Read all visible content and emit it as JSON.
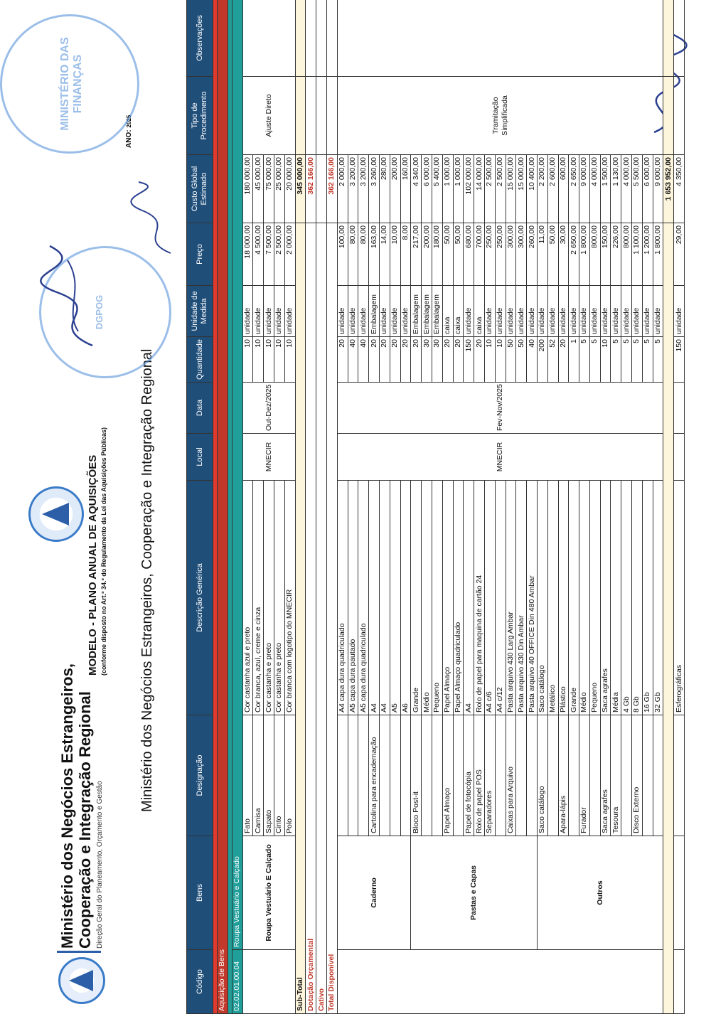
{
  "header": {
    "ministry_line1": "Ministério dos Negócios Estrangeiros,",
    "ministry_line2": "Cooperação e Integração Regional",
    "ministry_sub": "Direção Geral do Planeamento, Orçamento e Gestão",
    "title": "MODELO - PLANO ANUAL DE AQUISIÇÕES",
    "subtitle": "(conforme disposto no Art.º 34.º do Regulamento da Lei das Aquisições Públicas)",
    "entity": "Ministério dos Negócios Estrangeiros, Cooperação e Integração Regional",
    "year_label": "ANO:",
    "year": "2025"
  },
  "stamps": {
    "stamp1_text": "DGPOG",
    "stamp2_text": "MINISTÉRIO DAS FINANÇAS"
  },
  "columns": [
    "Código",
    "Bens",
    "Designação",
    "Descrição Genérica",
    "Local",
    "Data",
    "Quantidade",
    "Unidade de Medida",
    "Preço",
    "Custo Global Estimado",
    "Tipo de Procedimento",
    "Observações"
  ],
  "section_label": "Aquisição de Bens",
  "group1": {
    "code": "02.02.01.00.04",
    "name": "Roupa Vestuário e Calçado",
    "bens": "Roupa Vestuário E Calçado",
    "local": "MNECIR",
    "data": "Out-Dez/2025",
    "tipo": "Ajuste Direto",
    "rows": [
      {
        "des": "Fato",
        "desc": "Cor castanha azul e preto",
        "q": "10",
        "u": "unidade",
        "p": "18 000,00",
        "t": "180 000,00"
      },
      {
        "des": "Camisa",
        "desc": "Cor branca, azul, creme e cinza",
        "q": "10",
        "u": "unidade",
        "p": "4 500,00",
        "t": "45 000,00"
      },
      {
        "des": "Sapato",
        "desc": "Cor castanha e preto",
        "q": "10",
        "u": "unidade",
        "p": "7 500,00",
        "t": "75 000,00"
      },
      {
        "des": "Cinto",
        "desc": "Cor castanha e preto",
        "q": "10",
        "u": "unidade",
        "p": "2 500,00",
        "t": "25 000,00"
      },
      {
        "des": "Polo",
        "desc": "Cor branca com logotipo do MNECIR",
        "q": "10",
        "u": "unidade",
        "p": "2 000,00",
        "t": "20 000,00"
      }
    ],
    "subtotal_label": "Sub-Total",
    "subtotal": "345 000,00",
    "dotacao_label": "Dotação Orçamental",
    "dotacao": "362 166,00",
    "cativo_label": "Cativo",
    "total_label": "Total Disponível",
    "total": "362 166,00"
  },
  "group2": {
    "local": "MNECIR",
    "data": "Fev-Nov/2025",
    "tipo": "Tramitação Simplificada",
    "bens_caderno": "Caderno",
    "bens_pastas": "Pastas e Capas",
    "bens_outros": "Outros",
    "rows": [
      {
        "des": "",
        "desc": "A4 capa dura quadriculado",
        "q": "20",
        "u": "unidade",
        "p": "100,00",
        "t": "2 000,00"
      },
      {
        "des": "",
        "desc": "A5 capa dura pautado",
        "q": "40",
        "u": "unidade",
        "p": "80,00",
        "t": "3 200,00"
      },
      {
        "des": "",
        "desc": "A5 capa dura quadriculado",
        "q": "40",
        "u": "unidade",
        "p": "80,00",
        "t": "3 200,00"
      },
      {
        "des": "Cartolina para encadernação",
        "desc": "A4",
        "q": "20",
        "u": "Embalagem",
        "p": "163,00",
        "t": "3 260,00"
      },
      {
        "des": "",
        "desc": "A4",
        "q": "20",
        "u": "unidade",
        "p": "14,00",
        "t": "280,00"
      },
      {
        "des": "",
        "desc": "A5",
        "q": "20",
        "u": "unidade",
        "p": "10,00",
        "t": "200,00"
      },
      {
        "des": "",
        "desc": "A6",
        "q": "20",
        "u": "unidade",
        "p": "8,00",
        "t": "160,00"
      },
      {
        "des": "Bloco Post-it",
        "desc": "Grande",
        "q": "20",
        "u": "Embalagem",
        "p": "217,00",
        "t": "4 340,00"
      },
      {
        "des": "",
        "desc": "Médio",
        "q": "30",
        "u": "Embalagem",
        "p": "200,00",
        "t": "6 000,00"
      },
      {
        "des": "",
        "desc": "Pequeno",
        "q": "30",
        "u": "Embalagem",
        "p": "180,00",
        "t": "5 400,00"
      },
      {
        "des": "Papel Almaço",
        "desc": "Papel Almaço",
        "q": "20",
        "u": "caixa",
        "p": "50,00",
        "t": "1 000,00"
      },
      {
        "des": "",
        "desc": "Papel Almaço quadriculado",
        "q": "20",
        "u": "caixa",
        "p": "50,00",
        "t": "1 000,00"
      },
      {
        "des": "Papel de fotocópia",
        "desc": "A4",
        "q": "150",
        "u": "unidade",
        "p": "680,00",
        "t": "102 000,00"
      },
      {
        "des": "Rolo de papel POS",
        "desc": "Rolo de papel para maquina de cartão 24",
        "q": "20",
        "u": "caixa",
        "p": "700,00",
        "t": "14 000,00"
      },
      {
        "des": "Separadores",
        "desc": "A4 c/6",
        "q": "10",
        "u": "unidade",
        "p": "250,00",
        "t": "2 500,00"
      },
      {
        "des": "",
        "desc": "A4 c/12",
        "q": "10",
        "u": "unidade",
        "p": "250,00",
        "t": "2 500,00"
      },
      {
        "des": "Caixas para Arquivo",
        "desc": "Pasta arquivo 430 Larg Ambar",
        "q": "50",
        "u": "unidade",
        "p": "300,00",
        "t": "15 000,00"
      },
      {
        "des": "",
        "desc": "Pasta arquivo 430 Din Ambar",
        "q": "50",
        "u": "unidade",
        "p": "300,00",
        "t": "15 000,00"
      },
      {
        "des": "",
        "desc": "Pasta arquivo 40 OFFICE Din 480 Ambar",
        "q": "40",
        "u": "unidade",
        "p": "260,00",
        "t": "10 400,00"
      },
      {
        "des": "Saco catálogo",
        "desc": "Saco catálogo",
        "q": "200",
        "u": "unidade",
        "p": "11,00",
        "t": "2 200,00"
      },
      {
        "des": "",
        "desc": "Metálico",
        "q": "52",
        "u": "unidade",
        "p": "50,00",
        "t": "2 600,00"
      },
      {
        "des": "Apara-lápis",
        "desc": "Plástico",
        "q": "20",
        "u": "unidade",
        "p": "30,00",
        "t": "600,00"
      },
      {
        "des": "",
        "desc": "Grande",
        "q": "1",
        "u": "unidade",
        "p": "2 650,00",
        "t": "2 650,00"
      },
      {
        "des": "Furador",
        "desc": "Médio",
        "q": "5",
        "u": "unidade",
        "p": "1 800,00",
        "t": "9 000,00"
      },
      {
        "des": "",
        "desc": "Pequeno",
        "q": "5",
        "u": "unidade",
        "p": "800,00",
        "t": "4 000,00"
      },
      {
        "des": "Saca agrafes",
        "desc": "Saca agrafes",
        "q": "10",
        "u": "unidade",
        "p": "150,00",
        "t": "1 500,00"
      },
      {
        "des": "Tesoura",
        "desc": "Média",
        "q": "5",
        "u": "unidade",
        "p": "226,00",
        "t": "1 130,00"
      },
      {
        "des": "",
        "desc": "4 Gb",
        "q": "5",
        "u": "unidade",
        "p": "800,00",
        "t": "4 000,00"
      },
      {
        "des": "Disco Externo",
        "desc": "8 Gb",
        "q": "5",
        "u": "unidade",
        "p": "1 100,00",
        "t": "5 500,00"
      },
      {
        "des": "",
        "desc": "16 Gb",
        "q": "5",
        "u": "unidade",
        "p": "1 200,00",
        "t": "6 000,00"
      },
      {
        "des": "",
        "desc": "32 Gb",
        "q": "5",
        "u": "unidade",
        "p": "1 800,00",
        "t": "9 000,00"
      }
    ],
    "subtotal": "1 653 952,00",
    "last": {
      "desc": "Esferográficas",
      "q": "150",
      "u": "unidade",
      "p": "29,00",
      "t": "4 350,00"
    }
  },
  "colors": {
    "header": "#1f4e79",
    "band_red": "#e03a2f",
    "band_teal": "#1f9e9a",
    "highlight": "#c0392b",
    "stamp": "#4b8ad8"
  }
}
